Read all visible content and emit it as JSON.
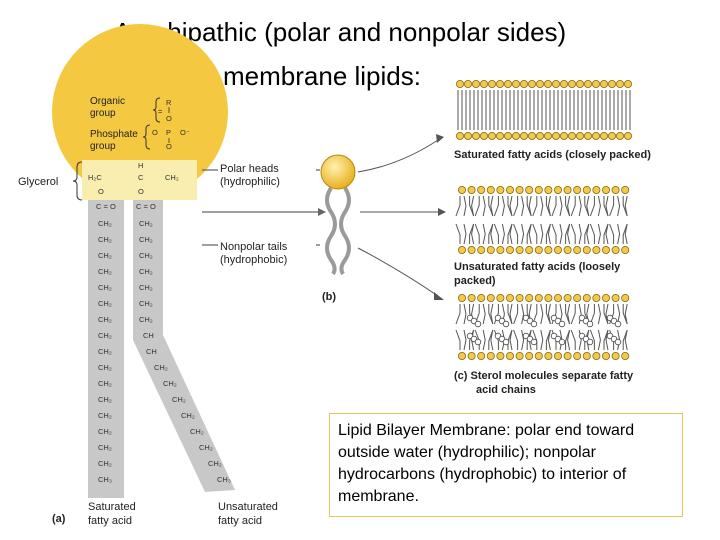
{
  "title": {
    "line1": "Amphipathic (polar and nonpolar sides)",
    "line2": "membrane lipids:"
  },
  "panel_a": {
    "organic_group": [
      "Organic",
      "group"
    ],
    "phosphate_group": [
      "Phosphate",
      "group"
    ],
    "glycerol": "Glycerol",
    "saturated": [
      "Saturated",
      "fatty acid"
    ],
    "unsaturated": [
      "Unsaturated",
      "fatty acid"
    ],
    "label": "(a)"
  },
  "panel_b": {
    "polar_heads": [
      "Polar heads",
      "(hydrophilic)"
    ],
    "nonpolar_tails": [
      "Nonpolar tails",
      "(hydrophobic)"
    ],
    "label": "(b)"
  },
  "panel_c": {
    "saturated": "Saturated fatty acids (closely packed)",
    "unsaturated": [
      "Unsaturated fatty acids (loosely",
      "packed)"
    ],
    "sterol": [
      "(c) Sterol molecules separate fatty",
      "acid chains"
    ]
  },
  "callout": {
    "text": "Lipid Bilayer Membrane: polar end toward outside water (hydrophilic); nonpolar hydrocarbons (hydrophobic) to interior of membrane."
  },
  "colors": {
    "head_yellow": "#f5c842",
    "glycerol_band": "#faedb0",
    "tail_gray": "#c8c8c8"
  }
}
